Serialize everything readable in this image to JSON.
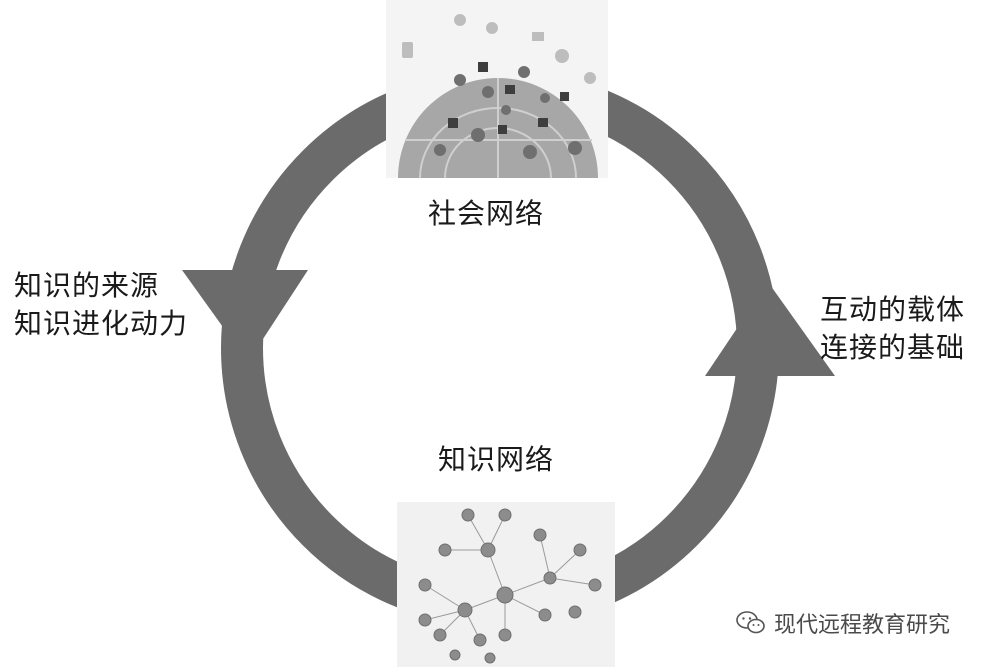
{
  "top_node": {
    "label": "社会网络"
  },
  "bottom_node": {
    "label": "知识网络"
  },
  "left_annotation": {
    "line1": "知识的来源",
    "line2": "知识进化动力"
  },
  "right_annotation": {
    "line1": "互动的载体",
    "line2": "连接的基础"
  },
  "watermark": {
    "text": "现代远程教育研究",
    "icon": "wechat-icon"
  },
  "colors": {
    "arrow": "#6b6b6b",
    "globe": "#9a9a9a",
    "node": "#8c8c8c"
  }
}
